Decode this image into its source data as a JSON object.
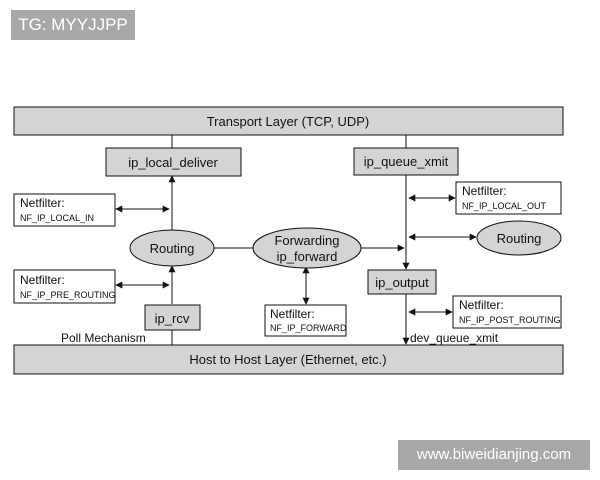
{
  "tag": "TG: MYYJJPP",
  "watermark": "www.biweidianjing.com",
  "layers": {
    "transport": "Transport Layer (TCP, UDP)",
    "host": "Host to Host Layer (Ethernet, etc.)"
  },
  "functions": {
    "ip_local_deliver": "ip_local_deliver",
    "ip_queue_xmit": "ip_queue_xmit",
    "ip_output": "ip_output",
    "ip_rcv": "ip_rcv"
  },
  "nodes": {
    "routing_in": "Routing",
    "routing_out": "Routing",
    "forwarding_line1": "Forwarding",
    "forwarding_line2": "ip_forward"
  },
  "netfilter": {
    "label": "Netfilter:",
    "local_in": "NF_IP_LOCAL_IN",
    "pre_routing": "NF_IP_PRE_ROUTING",
    "forward": "NF_IP_FORWARD",
    "local_out": "NF_IP_LOCAL_OUT",
    "post_routing": "NF_IP_POST_ROUTING"
  },
  "labels": {
    "poll": "Poll Mechanism",
    "dev_queue_xmit": "dev_queue_xmit"
  },
  "colors": {
    "box_fill": "#d4d4d4",
    "line": "#111111",
    "tag_bg": "#a8a8a8"
  }
}
